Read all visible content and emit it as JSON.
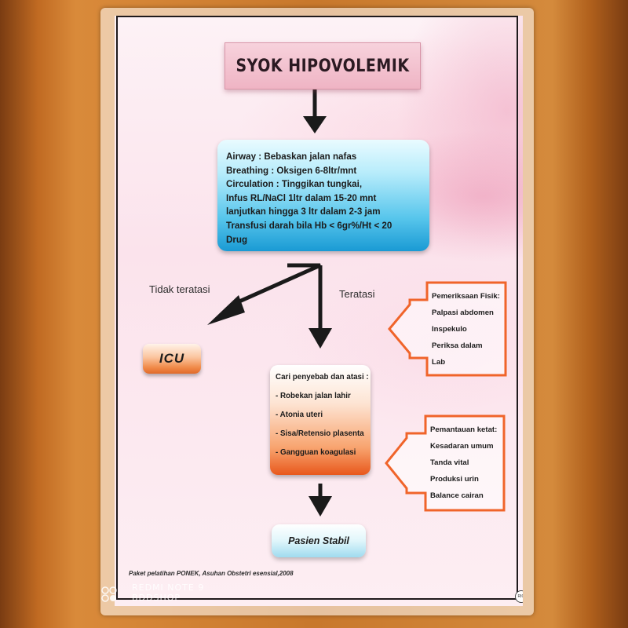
{
  "title": "SYOK HIPOVOLEMIK",
  "primary_box": {
    "lines": [
      "Airway : Bebaskan jalan nafas",
      "Breathing : Oksigen 6-8ltr/mnt",
      "Circulation : Tinggikan tungkai,",
      "Infus RL/NaCl 1ltr dalam 15-20 mnt",
      "lanjutkan hingga 3 ltr dalam 2-3 jam",
      "Transfusi darah bila Hb < 6gr%/Ht < 20",
      "Drug"
    ]
  },
  "branch_labels": {
    "not_resolved": "Tidak teratasi",
    "resolved": "Teratasi"
  },
  "icu_label": "ICU",
  "cause_box": {
    "heading": "Cari penyebab dan atasi :",
    "items": [
      "- Robekan jalan lahir",
      "- Atonia uteri",
      "- Sisa/Retensio plasenta",
      "- Gangguan koagulasi"
    ]
  },
  "exam_panel": {
    "heading": "Pemeriksaan Fisik:",
    "items": [
      "Palpasi abdomen",
      "Inspekulo",
      "Periksa dalam",
      "Lab"
    ]
  },
  "monitor_panel": {
    "heading": "Pemantauan ketat:",
    "items": [
      "Kesadaran umum",
      "Tanda vital",
      "Produksi urin",
      "Balance cairan"
    ]
  },
  "outcome_label": "Pasien Stabil",
  "footer": "Paket pelatihan PONEK, Asuhan Obstetri esensial,2008",
  "page_badge": "RIG",
  "watermark": {
    "line1": "REDMI NOTE 9",
    "line2": "BDDSHOP"
  },
  "colors": {
    "arrow": "#1a1a1a",
    "panel_outline": "#f0642a",
    "primary_box": "#1a9ad4",
    "cause_box": "#e8581c"
  }
}
